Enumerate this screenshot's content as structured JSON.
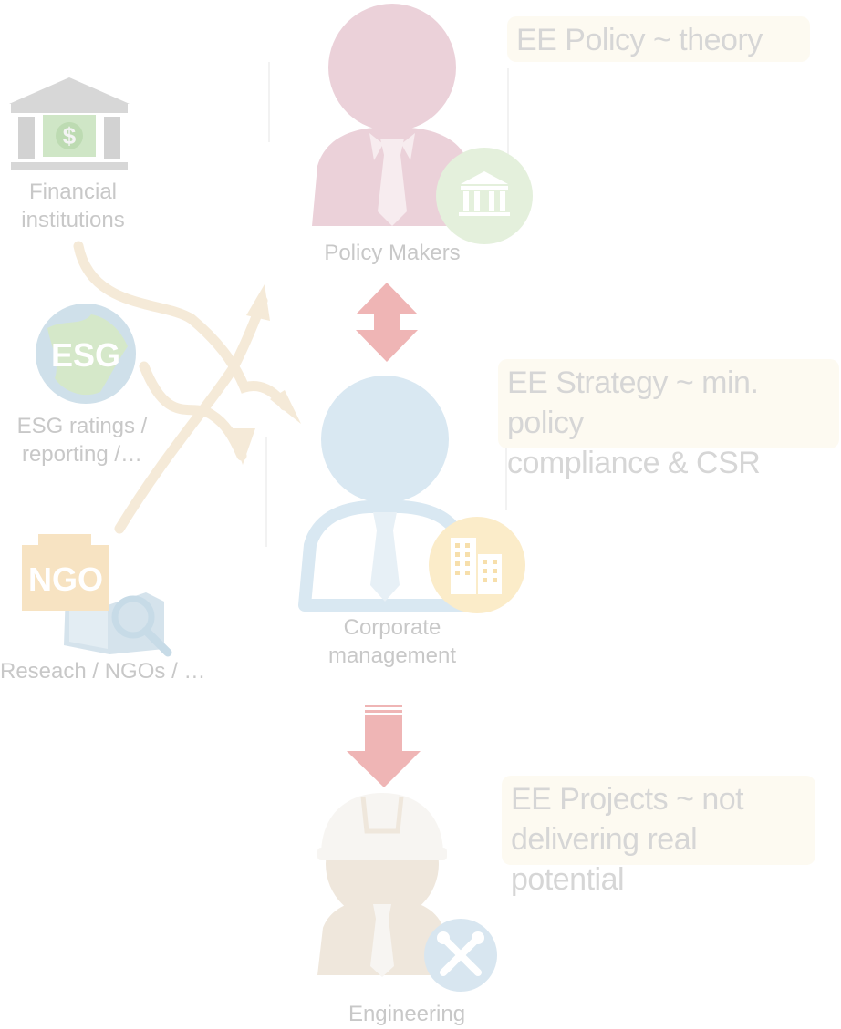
{
  "nodes": {
    "policy_makers": "Policy Makers",
    "corporate_management_line1": "Corporate",
    "corporate_management_line2": "management",
    "engineering": "Engineering",
    "financial_line1": "Financial",
    "financial_line2": "institutions",
    "esg_line1": "ESG ratings /",
    "esg_line2": "reporting /…",
    "research": "Reseach / NGOs / …"
  },
  "badges": {
    "esg": "ESG",
    "ngo": "NGO"
  },
  "callouts": {
    "policy": "EE Policy ~ theory",
    "strategy_line1": "EE Strategy ~ min. policy",
    "strategy_line2": "compliance & CSR",
    "projects_line1": "EE Projects ~ not",
    "projects_line2": "delivering real potential"
  },
  "colors": {
    "policy_person": "#ebd1d9",
    "corporate_person": "#d9e8f2",
    "engineer_person": "#efe7dc",
    "influence_arrows": "#f5ead8",
    "vertical_arrows": "#efb5b5",
    "callout_bg": "#fdfaf1",
    "label_text": "#c8c8c8"
  }
}
